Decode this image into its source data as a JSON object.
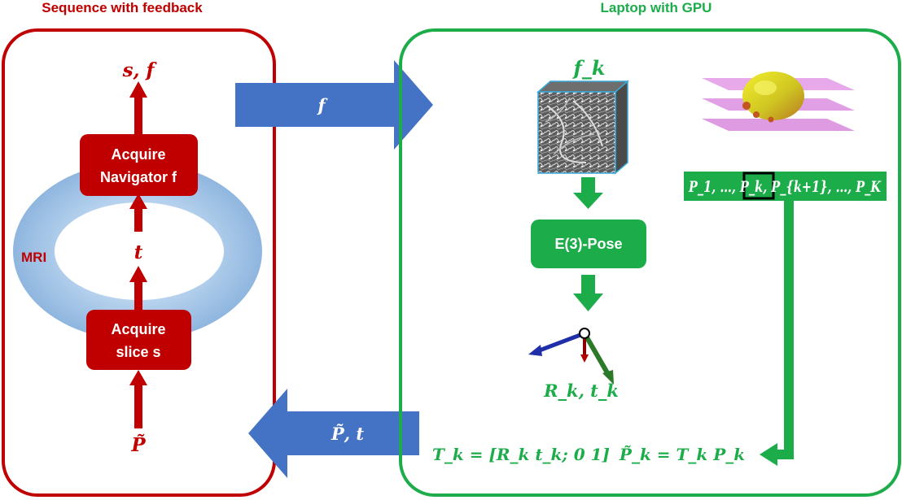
{
  "left_panel": {
    "title": "Sequence with feedback",
    "top_output": "s, f",
    "block_navigator": {
      "line1": "Acquire",
      "line2": "Navigator f"
    },
    "middle_label": "t",
    "ring_label": "MRI",
    "block_slice": {
      "line1": "Acquire",
      "line2": "slice s"
    },
    "input_label": "P̃"
  },
  "right_panel": {
    "title": "Laptop with GPU",
    "volume_label": "f_k",
    "network_block": "E(3)-Pose",
    "pose_label": "R_k, t_k",
    "plane_list": "P_1, …, P_k, P_{k+1}, …, P_K",
    "transform_matrix": "T_k = [R_k t_k; 0 1]",
    "updated_plane": "P̃_k = T_k P_k"
  },
  "arrows": {
    "to_laptop": "f",
    "to_scanner": "P̃, t"
  },
  "colors": {
    "red": "#c00000",
    "green": "#1cad4a",
    "blue": "#4472c4",
    "ring": "#9dc3e6"
  }
}
